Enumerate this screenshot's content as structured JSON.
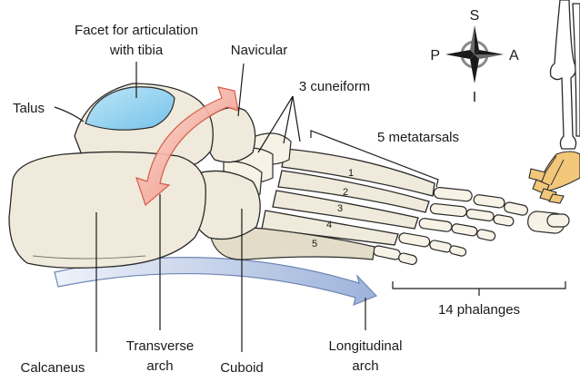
{
  "labels": {
    "facet": [
      "Facet for articulation",
      "with tibia"
    ],
    "navicular": "Navicular",
    "talus": "Talus",
    "cuneiform": "3 cuneiform",
    "metatarsals": "5 metatarsals",
    "calcaneus": "Calcaneus",
    "transverse_arch": [
      "Transverse",
      "arch"
    ],
    "cuboid": "Cuboid",
    "longitudinal_arch": [
      "Longitudinal",
      "arch"
    ],
    "phalanges": "14 phalanges"
  },
  "metatarsal_numbers": [
    "1",
    "2",
    "3",
    "4",
    "5"
  ],
  "compass": {
    "superior": "S",
    "inferior": "I",
    "posterior": "P",
    "anterior": "A",
    "icon": "compass-rose-icon"
  },
  "colors": {
    "facet_blue": "#8fd0ef",
    "transverse_arrow": "#f08a78",
    "longitudinal_arrow": "#a9bedf",
    "skeleton_foot": "#f2c77a",
    "bone": "#efeadb"
  }
}
